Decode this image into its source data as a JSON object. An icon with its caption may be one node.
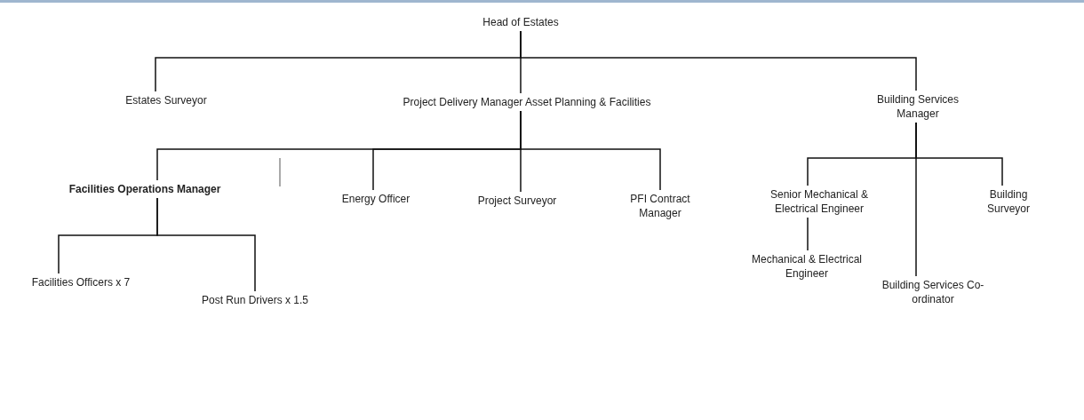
{
  "diagram": {
    "nodes": [
      {
        "text": [
          "Head of Estates"
        ]
      },
      {
        "text": [
          "Estates Surveyor"
        ]
      },
      {
        "text": [
          "Project Delivery Manager Asset Planning & Facilities"
        ]
      },
      {
        "text": [
          "Building Services Manager"
        ]
      },
      {
        "text": [
          "Facilities Operations Manager"
        ]
      },
      {
        "text": [
          "Energy Officer"
        ]
      },
      {
        "text": [
          "Project Surveyor"
        ]
      },
      {
        "text": [
          "PFI Contract Manager"
        ]
      },
      {
        "text": [
          "Senior Mechanical & Electrical Engineer"
        ]
      },
      {
        "text": [
          "Building Surveyor"
        ]
      },
      {
        "text": [
          "Mechanical & Electrical Engineer"
        ]
      },
      {
        "text": [
          "Building Services Co-ordinator"
        ]
      },
      {
        "text": [
          "Facilities Officers x 7"
        ]
      },
      {
        "text": [
          "Post Run Drivers x 1.5"
        ]
      }
    ],
    "edges": [
      {
        "from": 0,
        "to": 1,
        "arrow": "none"
      },
      {
        "from": 0,
        "to": 2,
        "arrow": "none"
      },
      {
        "from": 0,
        "to": 3,
        "arrow": "none"
      },
      {
        "from": 2,
        "to": 4,
        "arrow": "none"
      },
      {
        "from": 2,
        "to": 5,
        "arrow": "none"
      },
      {
        "from": 2,
        "to": 6,
        "arrow": "none"
      },
      {
        "from": 2,
        "to": 7,
        "arrow": "none"
      },
      {
        "from": 3,
        "to": 8,
        "arrow": "none"
      },
      {
        "from": 3,
        "to": 9,
        "arrow": "none"
      },
      {
        "from": 3,
        "to": 11,
        "arrow": "none"
      },
      {
        "from": 8,
        "to": 10,
        "arrow": "none"
      },
      {
        "from": 4,
        "to": 12,
        "arrow": "none"
      },
      {
        "from": 4,
        "to": 13,
        "arrow": "none"
      }
    ]
  }
}
